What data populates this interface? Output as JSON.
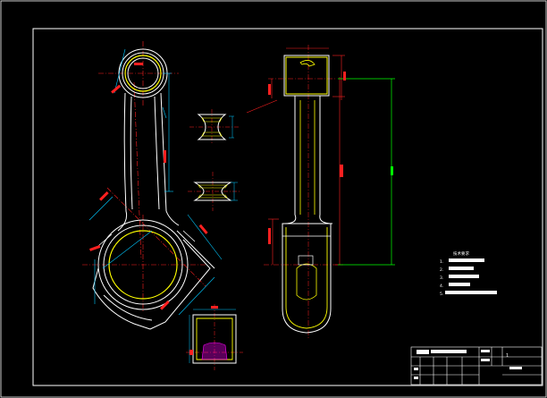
{
  "colors": {
    "background": "#000000",
    "outline": "#ffffff",
    "center_line": "#ff2020",
    "dimension": "#00c8ff",
    "part": "#ffff00",
    "dim_green": "#00ff00",
    "hatch": "#ff00ff",
    "redact": "#ffffff"
  },
  "notes": {
    "title": "技术要求",
    "items": [
      "1.",
      "2.",
      "3.",
      "4.",
      "5."
    ]
  },
  "title_block": {
    "name_cell": "",
    "sheet": "1"
  }
}
